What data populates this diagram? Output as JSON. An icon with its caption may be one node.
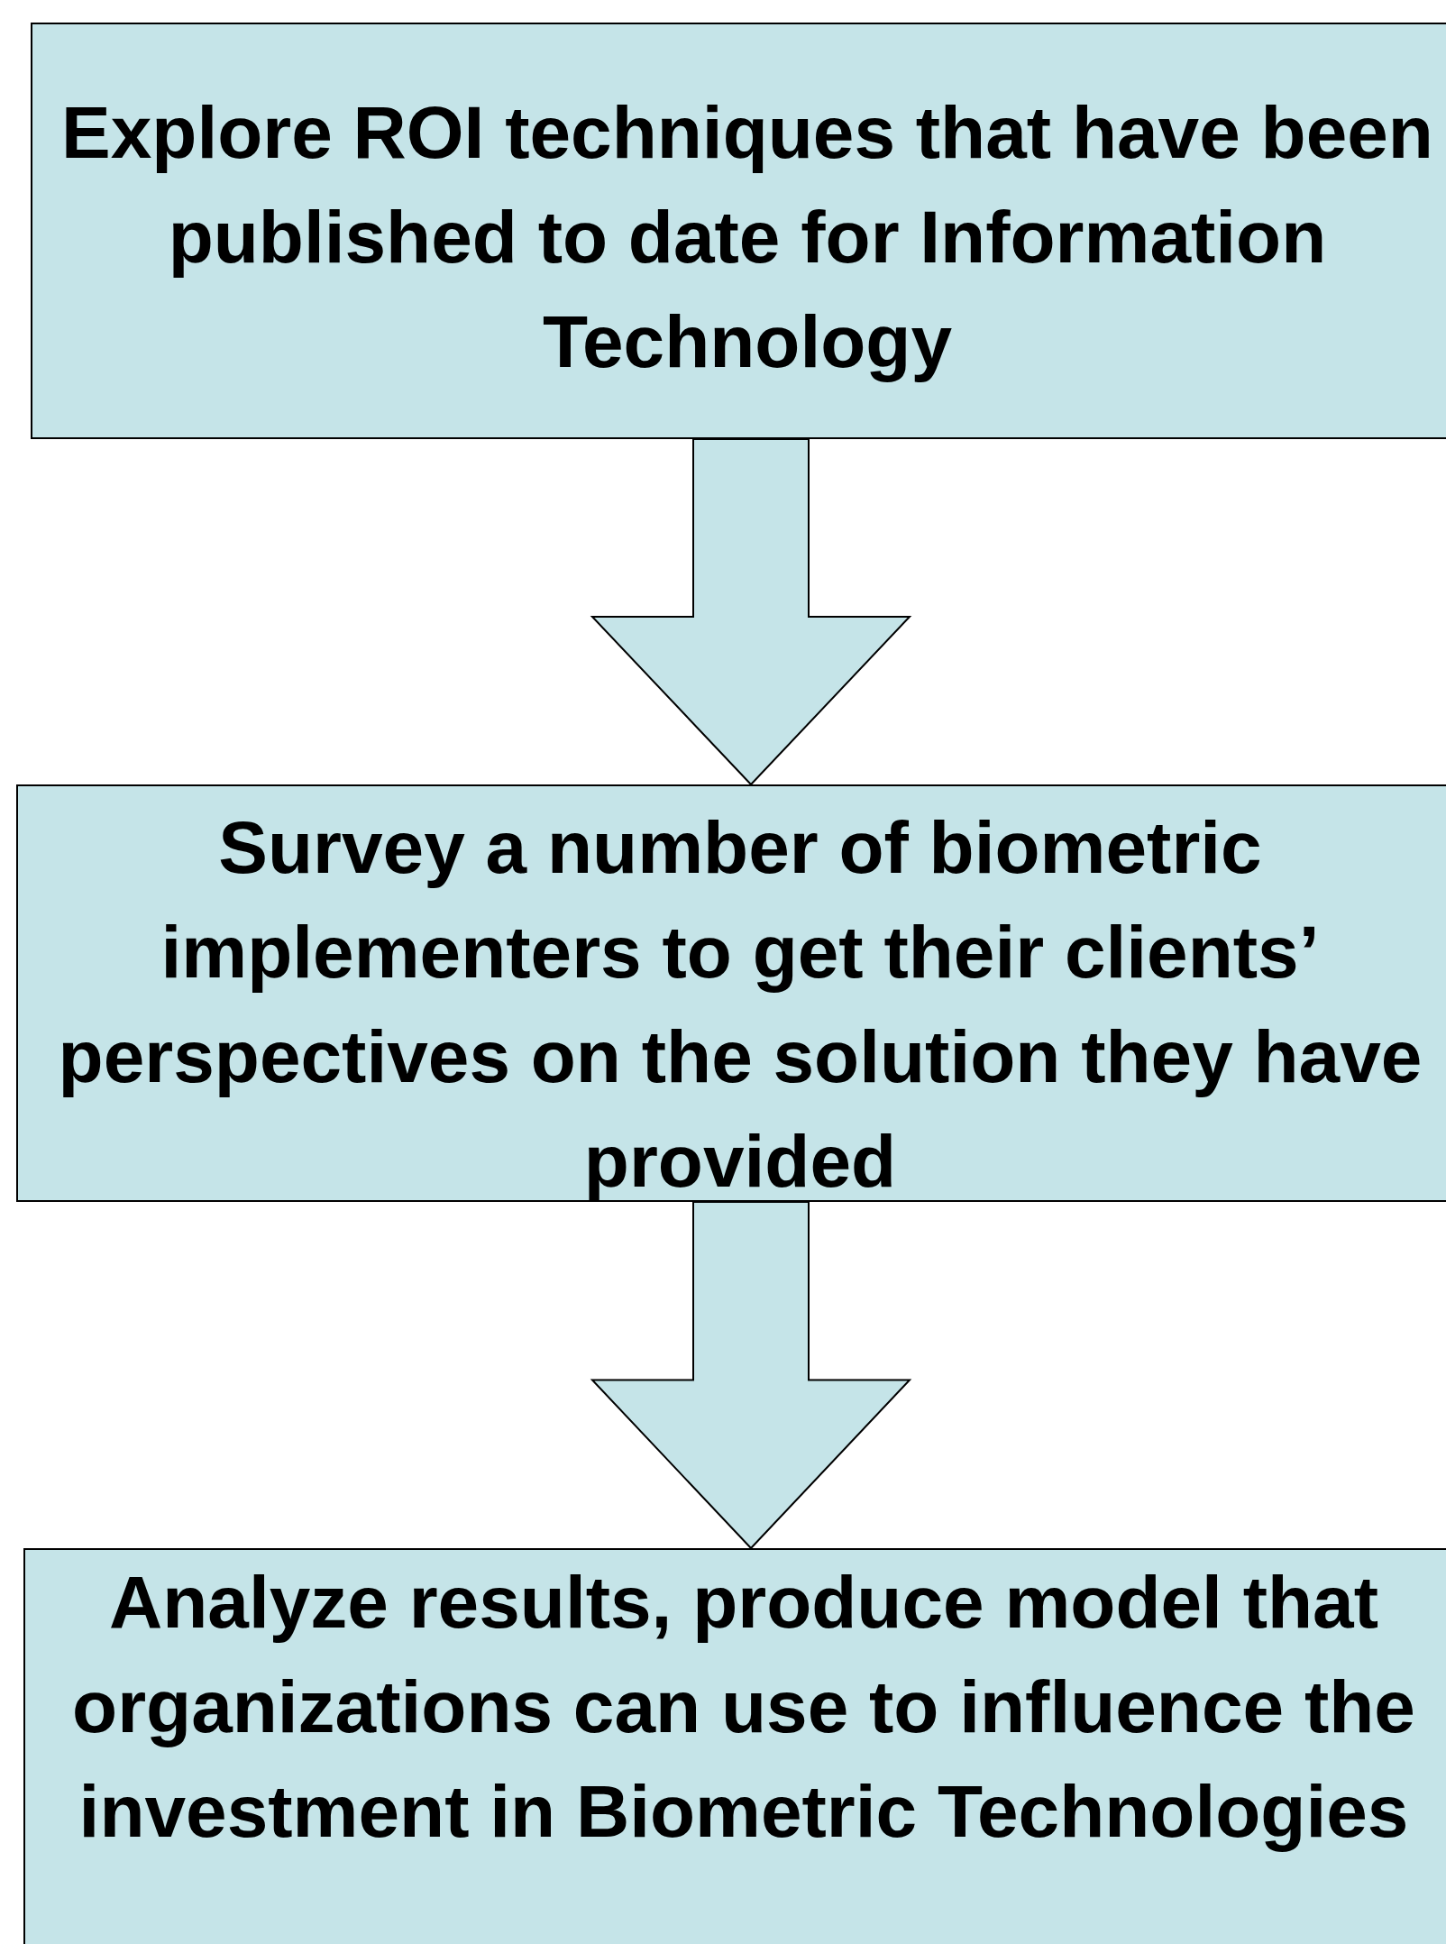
{
  "diagram": {
    "nodes": [
      {
        "text": [
          "Explore ROI techniques that have been published to date for Information Technology"
        ]
      },
      {
        "text": [
          "Survey a number of biometric implementers to get their clients’ perspectives on the solution they have provided"
        ]
      },
      {
        "text": [
          "Analyze results, produce model that organizations can use to influence the investment in Biometric Technologies"
        ]
      }
    ],
    "edges": [
      {
        "from": 0,
        "to": 1,
        "arrow": "to"
      },
      {
        "from": 1,
        "to": 2,
        "arrow": "to"
      }
    ]
  }
}
